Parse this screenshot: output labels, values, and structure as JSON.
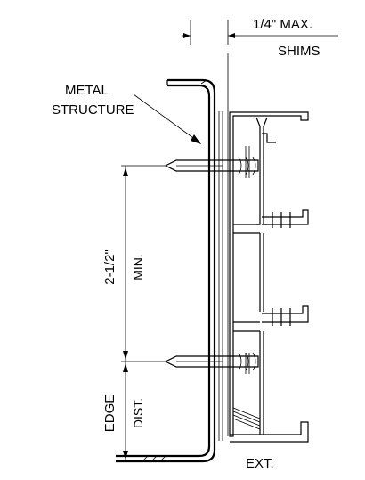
{
  "labels": {
    "max_dim": "1/4\" MAX.",
    "shims": "SHIMS",
    "metal_line1": "METAL",
    "metal_line2": "STRUCTURE",
    "dim_value": "2-1/2\"",
    "dim_min": "MIN.",
    "edge": "EDGE",
    "dist": "DIST.",
    "ext": "EXT."
  },
  "colors": {
    "line": "#000000",
    "background": "#ffffff"
  }
}
